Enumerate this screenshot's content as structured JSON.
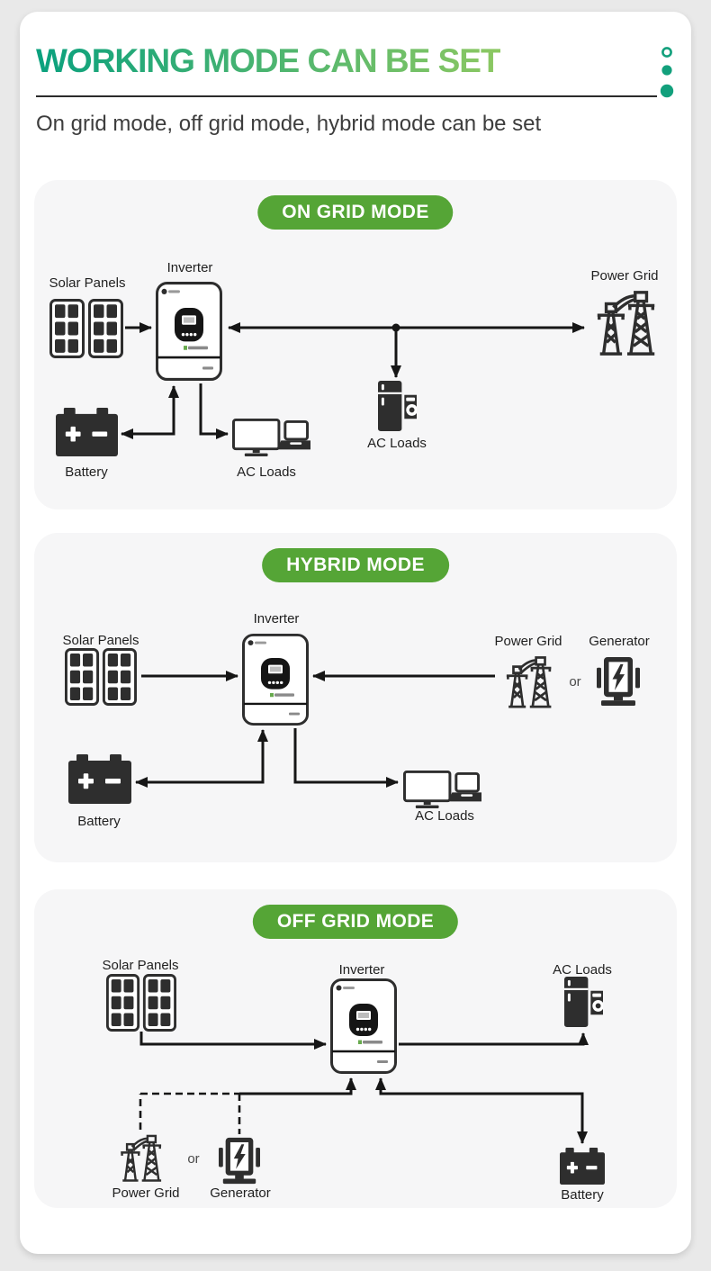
{
  "header": {
    "title": "WORKING MODE CAN BE SET",
    "subtitle": "On grid mode, off grid mode, hybrid mode can be set"
  },
  "colors": {
    "page_bg": "#e9e9e9",
    "card_bg": "#ffffff",
    "panel_bg": "#f6f6f7",
    "badge_green": "#55a536",
    "title_start": "#0aa17e",
    "title_end": "#8cc862",
    "accent_teal": "#12a07c",
    "line_color": "#161616",
    "icon_dark": "#2e2e2e",
    "label_color": "#1f1f1f",
    "subtitle_color": "#3d3d3d",
    "rule_color": "#2b2b2b"
  },
  "icons": {
    "solar_panels": "solar-panel-modules",
    "inverter": "inverter-unit",
    "battery": "battery-block",
    "ac_loads_home": "monitor-and-laptop",
    "ac_loads_appliance": "fridge-and-washer",
    "power_grid": "transmission-towers",
    "generator": "portable-generator",
    "header_decoration": "teal-dots"
  },
  "sections": {
    "on_grid": {
      "badge": "ON GRID MODE",
      "labels": {
        "solar_panels": "Solar Panels",
        "inverter": "Inverter",
        "power_grid": "Power Grid",
        "battery": "Battery",
        "ac_loads_home": "AC Loads",
        "ac_loads_appliance": "AC Loads"
      }
    },
    "hybrid": {
      "badge": "HYBRID MODE",
      "labels": {
        "solar_panels": "Solar Panels",
        "inverter": "Inverter",
        "power_grid": "Power Grid",
        "or": "or",
        "generator": "Generator",
        "battery": "Battery",
        "ac_loads": "AC Loads"
      }
    },
    "off_grid": {
      "badge": "OFF GRID MODE",
      "labels": {
        "solar_panels": "Solar Panels",
        "inverter": "Inverter",
        "ac_loads": "AC Loads",
        "power_grid": "Power Grid",
        "or": "or",
        "generator": "Generator",
        "battery": "Battery"
      }
    }
  }
}
